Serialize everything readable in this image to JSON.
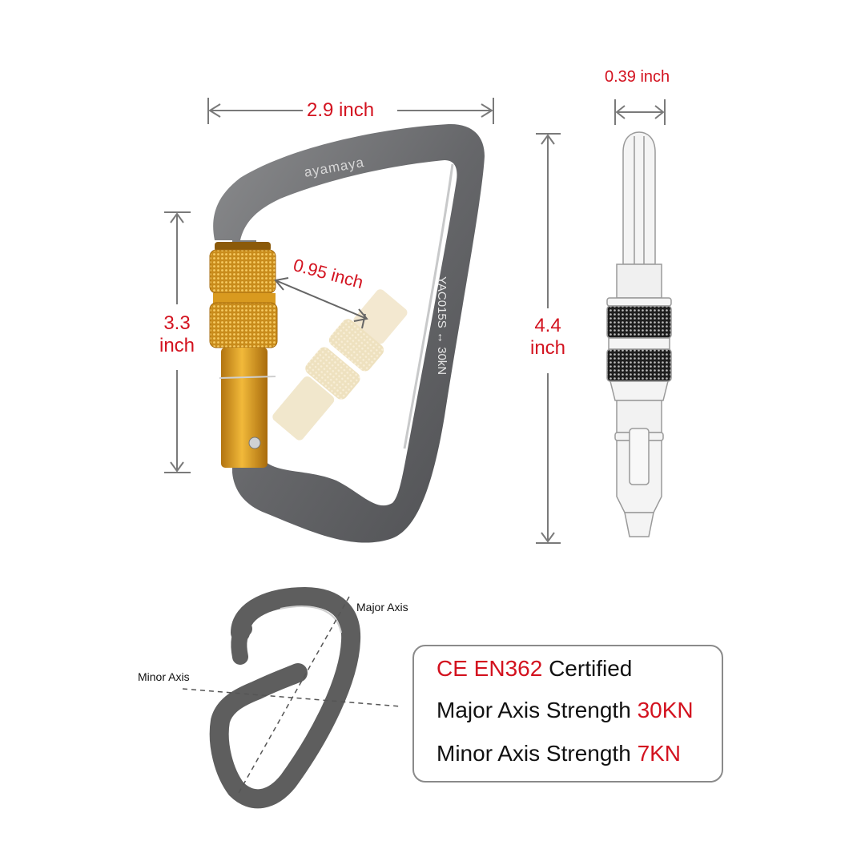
{
  "product": {
    "brand": "ayamaya",
    "model_marking": "YAC015S",
    "strength_marking": "30kN",
    "strength_arrow_icon": "double-arrow-icon"
  },
  "dimensions": {
    "width": "2.9 inch",
    "gate_height_value": "3.3",
    "gate_height_unit": "inch",
    "gate_opening": "0.95 inch",
    "total_height_value": "4.4",
    "total_height_unit": "inch",
    "thickness": "0.39 inch"
  },
  "axis_diagram": {
    "major_axis_label": "Major Axis",
    "minor_axis_label": "Minor Axis"
  },
  "specs": {
    "line1": {
      "highlight": "CE EN362",
      "text": " Certified"
    },
    "line2": {
      "text": "Major Axis Strength ",
      "highlight": "30KN"
    },
    "line3": {
      "text": "Minor Axis Strength ",
      "highlight": "7KN"
    }
  },
  "colors": {
    "accent_red": "#d3121f",
    "carabiner_gray": "#6b6c6e",
    "gate_gold": "#d99a1f",
    "dimension_line": "#7a7a7a"
  }
}
